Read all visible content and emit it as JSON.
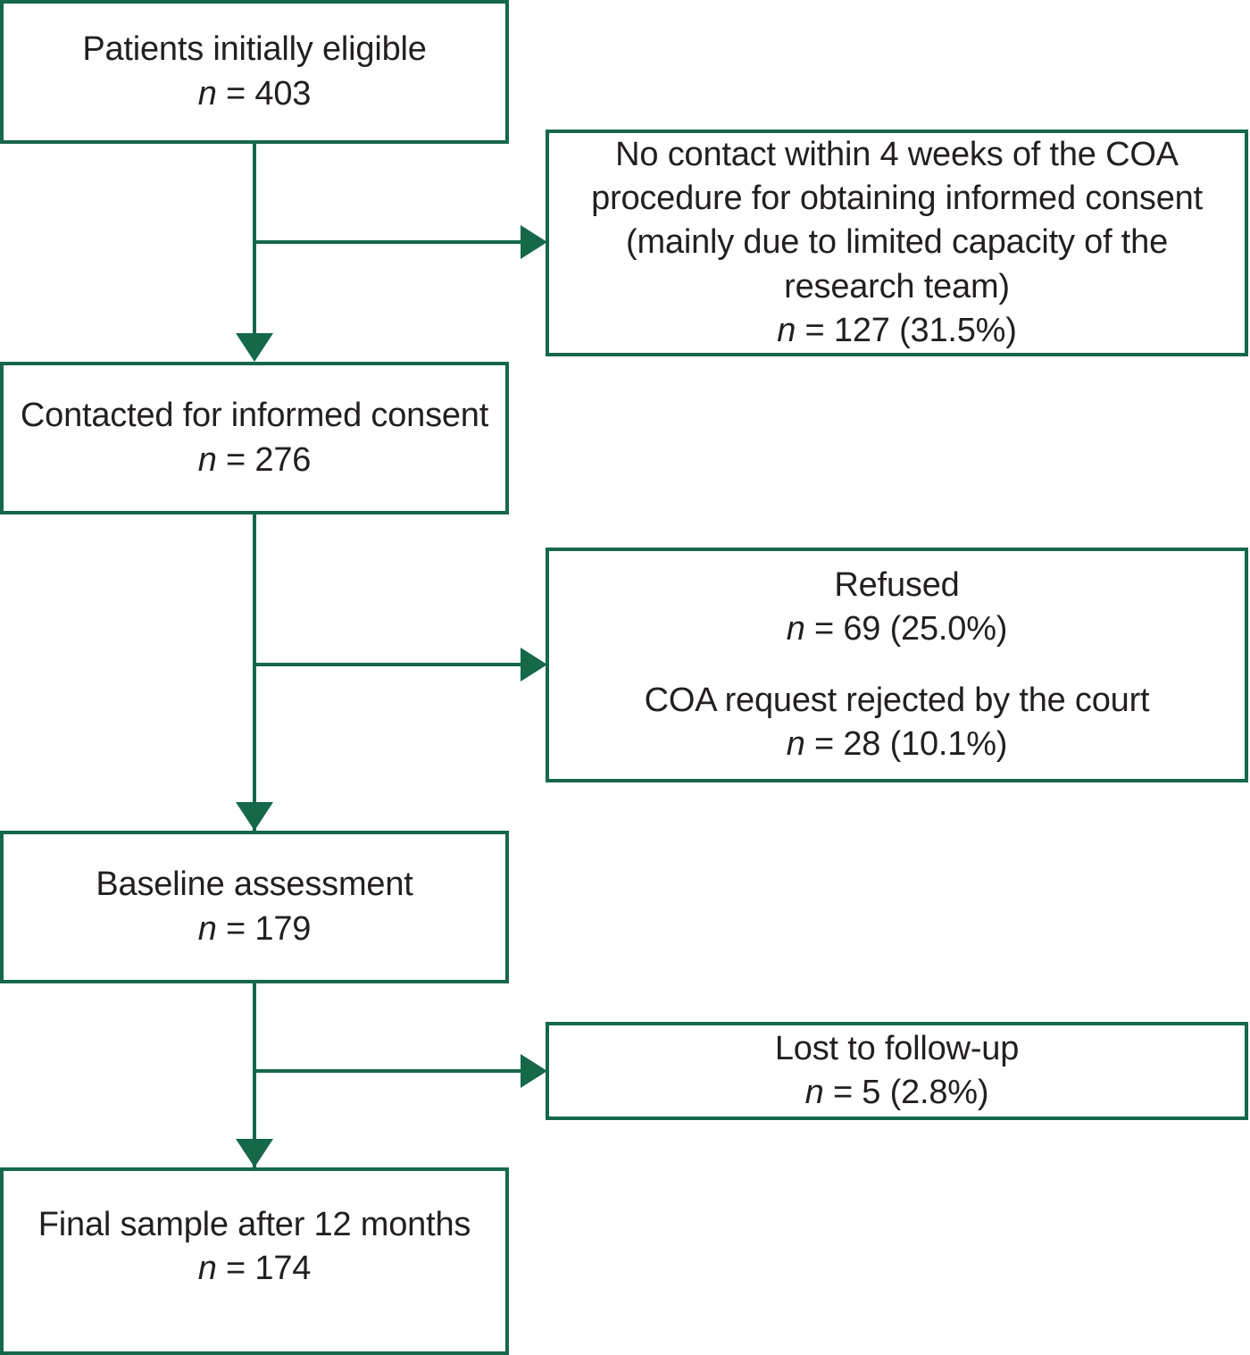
{
  "figure": {
    "type": "flowchart",
    "orientation": "top-to-bottom",
    "accent_color": "#16684A",
    "text_color": "#231f20",
    "background": "#ffffff"
  },
  "nodes": {
    "eligible": {
      "title": "Patients initially eligible",
      "count_label": "n = 403"
    },
    "exclusion_no_contact": {
      "title": "No contact within 4 weeks of the COA procedure for obtaining informed consent (mainly due to limited capacity of the research team)",
      "count_label": "n = 127 (31.5%)"
    },
    "contacted": {
      "title": "Contacted for informed consent",
      "count_label": "n = 276"
    },
    "exclusion_refused": {
      "title": "Refused",
      "count_label": "n = 69 (25.0%)"
    },
    "exclusion_rejected": {
      "title": "COA request rejected by the court",
      "count_label": "n = 28 (10.1%)"
    },
    "baseline": {
      "title": "Baseline assessment",
      "count_label": "n = 179"
    },
    "exclusion_lost": {
      "title": "Lost to follow-up",
      "count_label": "n = 5 (2.8%)"
    },
    "final": {
      "title": "Final sample after 12 months",
      "count_label": "n = 174"
    }
  },
  "connectors": [
    {
      "name": "eligible-to-contacted",
      "kind": "arrow-down"
    },
    {
      "name": "eligible-to-no-contact",
      "kind": "arrow-right"
    },
    {
      "name": "contacted-to-baseline",
      "kind": "arrow-down"
    },
    {
      "name": "contacted-to-refused",
      "kind": "arrow-right"
    },
    {
      "name": "baseline-to-final",
      "kind": "arrow-down"
    },
    {
      "name": "baseline-to-lost",
      "kind": "arrow-right"
    }
  ]
}
